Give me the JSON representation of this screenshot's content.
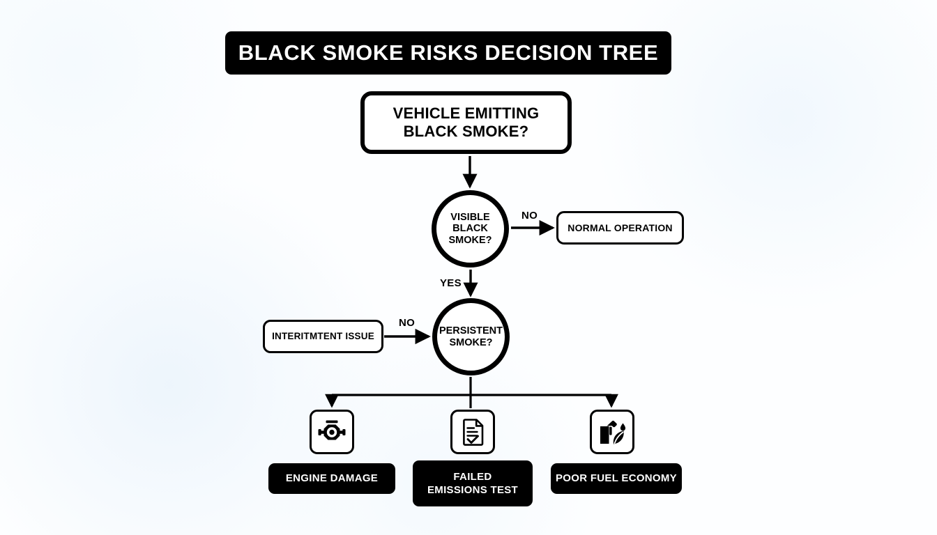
{
  "title": {
    "text": "BLACK SMOKE RISKS DECISION TREE"
  },
  "colors": {
    "ink": "#000000",
    "paper": "#fdfeff",
    "chip_text": "#ffffff"
  },
  "nodes": {
    "root": {
      "line1": "VEHICLE EMITTING",
      "line2": "BLACK SMOKE?"
    },
    "decision_1": {
      "line1": "VISIBLE",
      "line2": "BLACK",
      "line3": "SMOKE?"
    },
    "decision_2": {
      "line1": "PERSISTENT",
      "line2": "SMOKE?"
    },
    "normal_operation": {
      "label": "NORMAL OPERATION"
    },
    "intermittent_issue": {
      "label": "INTERITMTENT ISSUE"
    }
  },
  "edges": {
    "no_to_normal": "NO",
    "yes_to_persistent": "YES",
    "no_to_intermittent": "NO"
  },
  "outcomes": [
    {
      "icon": "engine-icon",
      "label_line1": "ENGINE DAMAGE",
      "label_line2": ""
    },
    {
      "icon": "document-check-icon",
      "label_line1": "FAILED",
      "label_line2": "EMISSIONS TEST"
    },
    {
      "icon": "fuel-pump-leaf-icon",
      "label_line1": "POOR FUEL ECONOMY",
      "label_line2": ""
    }
  ]
}
